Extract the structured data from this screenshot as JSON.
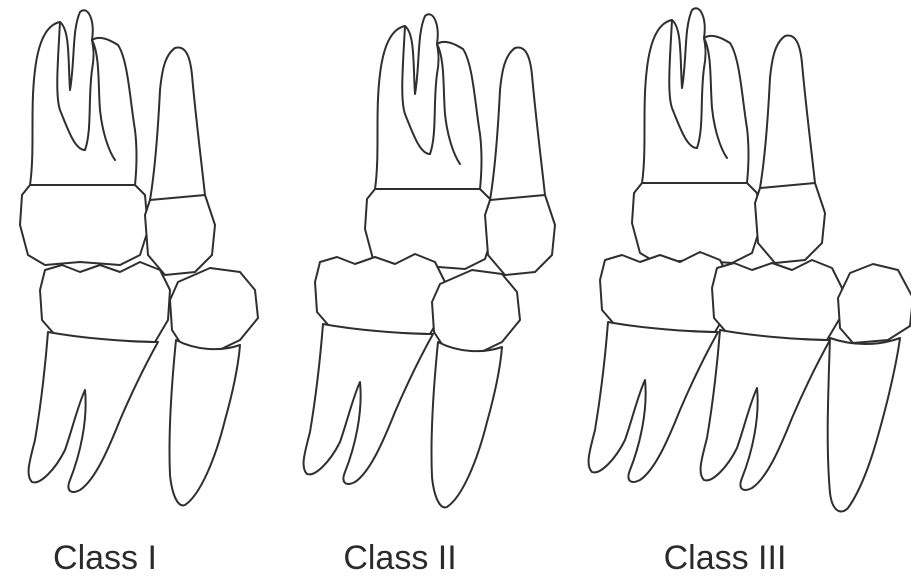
{
  "figure": {
    "panels": [
      {
        "id": "class-1",
        "label": "Class I"
      },
      {
        "id": "class-2",
        "label": "Class II"
      },
      {
        "id": "class-3",
        "label": "Class III"
      }
    ]
  }
}
